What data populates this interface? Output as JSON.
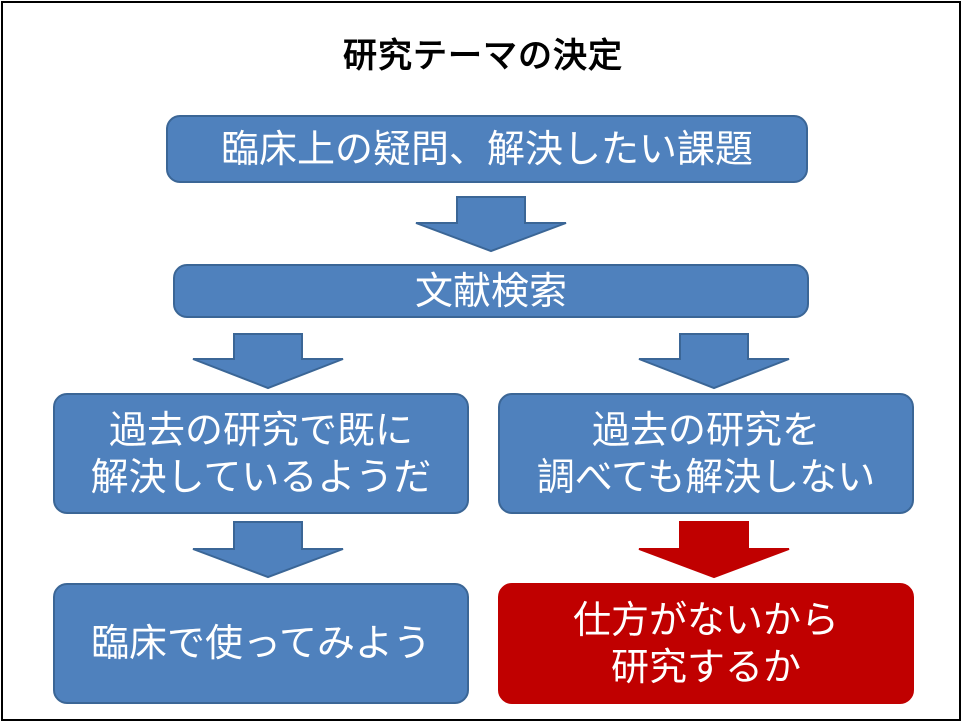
{
  "title": "研究テーマの決定",
  "boxes": {
    "question": "臨床上の疑問、解決したい課題",
    "literature": "文献検索",
    "solved": {
      "line1": "過去の研究で既に",
      "line2": "解決しているようだ"
    },
    "unsolved": {
      "line1": "過去の研究を",
      "line2": "調べても解決しない"
    },
    "use": "臨床で使ってみよう",
    "research": {
      "line1": "仕方がないから",
      "line2": "研究するか"
    }
  },
  "colors": {
    "box_blue": "#4f81bd",
    "box_red": "#c00000",
    "arrow_blue": "#4f81bd",
    "arrow_red": "#c00000"
  }
}
